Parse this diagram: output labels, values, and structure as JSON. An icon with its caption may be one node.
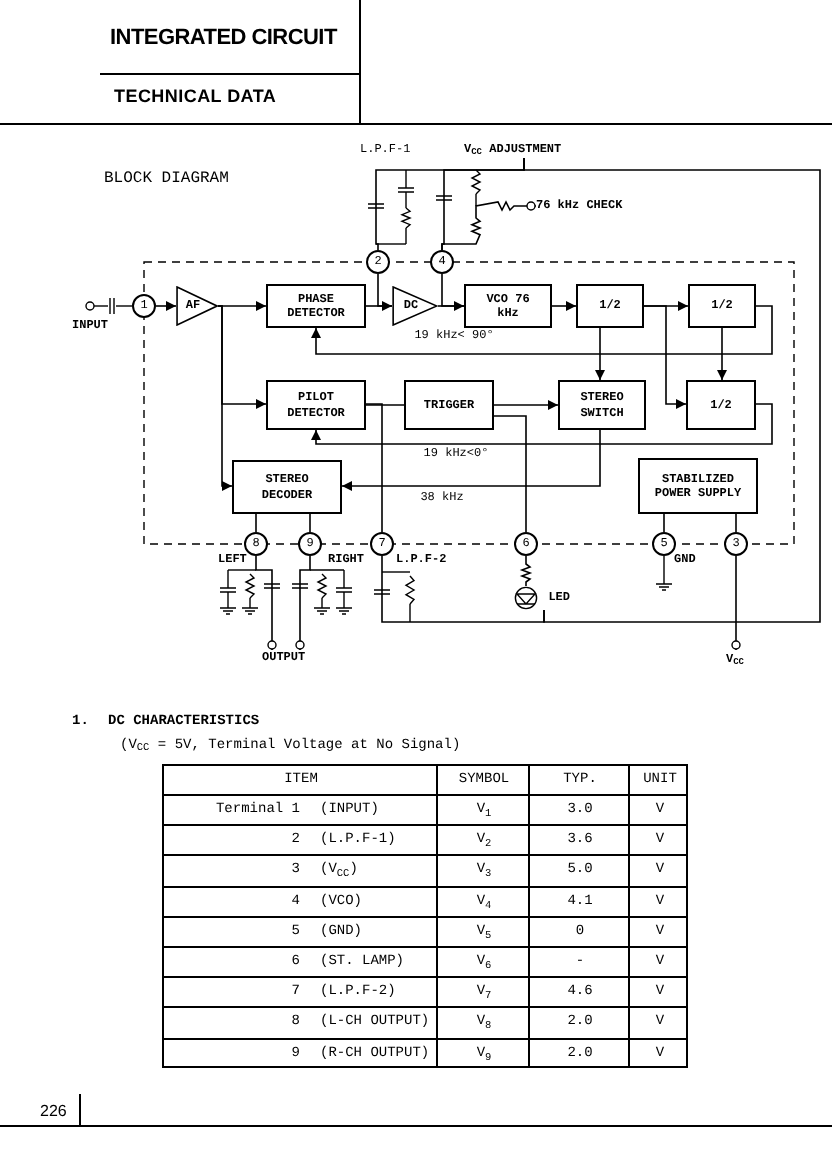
{
  "diagram": {
    "nodes": [
      {
        "text": [
          "AF"
        ]
      },
      {
        "text": [
          "PHASE DETECTOR"
        ]
      },
      {
        "text": [
          "DC"
        ]
      },
      {
        "text": [
          "VCO 76 kHz"
        ]
      },
      {
        "text": [
          "1/2"
        ]
      },
      {
        "text": [
          "1/2"
        ]
      },
      {
        "text": [
          "PILOT DETECTOR"
        ]
      },
      {
        "text": [
          "TRIGGER"
        ]
      },
      {
        "text": [
          "STEREO SWITCH"
        ]
      },
      {
        "text": [
          "1/2"
        ]
      },
      {
        "text": [
          "STEREO DECODER"
        ]
      },
      {
        "text": [
          "STABILIZED POWER SUPPLY"
        ]
      },
      {
        "text": [
          "1"
        ]
      },
      {
        "text": [
          "2"
        ]
      },
      {
        "text": [
          "4"
        ]
      },
      {
        "text": [
          "8"
        ]
      },
      {
        "text": [
          "9"
        ]
      },
      {
        "text": [
          "7"
        ]
      },
      {
        "text": [
          "6"
        ]
      },
      {
        "text": [
          "5"
        ]
      },
      {
        "text": [
          "3"
        ]
      },
      {
        "text": [
          "V$_{CC}$ ADJUSTMENT"
        ]
      },
      {
        "text": [
          "76 kHz CHECK"
        ]
      },
      {
        "text": [
          "LED"
        ]
      },
      {
        "text": [
          "OUTPUT"
        ]
      },
      {
        "text": [
          "V$_{CC}$"
        ]
      }
    ],
    "edges": [
      {
        "from": 12,
        "to": 0,
        "arrow": "to"
      },
      {
        "from": 0,
        "to": 1,
        "arrow": "to"
      },
      {
        "from": 0,
        "to": 6,
        "arrow": "to"
      },
      {
        "from": 0,
        "to": 10,
        "arrow": "to"
      },
      {
        "from": 1,
        "to": 2,
        "arrow": "to"
      },
      {
        "from": 13,
        "to": 2,
        "arrow": "none"
      },
      {
        "from": 2,
        "to": 3,
        "arrow": "to"
      },
      {
        "from": 14,
        "to": 3,
        "arrow": "none"
      },
      {
        "from": 3,
        "to": 4,
        "arrow": "to"
      },
      {
        "from": 4,
        "to": 5,
        "arrow": "to"
      },
      {
        "from": 5,
        "to": 1,
        "arrow": "to",
        "label": "19 kHz< 90°"
      },
      {
        "from": 4,
        "to": 8,
        "arrow": "to"
      },
      {
        "from": 4,
        "to": 9,
        "arrow": "to"
      },
      {
        "from": 5,
        "to": 9,
        "arrow": "to"
      },
      {
        "from": 9,
        "to": 6,
        "arrow": "to",
        "label": "19 kHz<0°"
      },
      {
        "from": 6,
        "to": 7,
        "arrow": "none"
      },
      {
        "from": 7,
        "to": 8,
        "arrow": "to"
      },
      {
        "from": 6,
        "to": 17,
        "arrow": "none"
      },
      {
        "from": 7,
        "to": 18,
        "arrow": "none"
      },
      {
        "from": 8,
        "to": 10,
        "arrow": "to",
        "label": "38 kHz"
      },
      {
        "from": 10,
        "to": 15,
        "arrow": "none"
      },
      {
        "from": 10,
        "to": 16,
        "arrow": "none"
      },
      {
        "from": 11,
        "to": 19,
        "arrow": "none"
      },
      {
        "from": 11,
        "to": 20,
        "arrow": "none"
      },
      {
        "from": 14,
        "to": 22,
        "arrow": "other"
      },
      {
        "from": 18,
        "to": 23,
        "arrow": "none"
      },
      {
        "from": 17,
        "to": 23,
        "arrow": "none"
      },
      {
        "from": 23,
        "to": 21,
        "arrow": "none"
      },
      {
        "from": 15,
        "to": 24,
        "arrow": "other"
      },
      {
        "from": 16,
        "to": 24,
        "arrow": "other"
      },
      {
        "from": 20,
        "to": 25,
        "arrow": "other"
      },
      {
        "from": 13,
        "to": 21,
        "arrow": "none"
      },
      {
        "from": 14,
        "to": 21,
        "arrow": "none"
      }
    ],
    "labels": [
      "INTEGRATED CIRCUIT",
      "TECHNICAL DATA",
      "BLOCK DIAGRAM",
      "L.P.F-1",
      "INPUT",
      "LEFT",
      "RIGHT",
      "L.P.F-2",
      "GND",
      "1.",
      "DC CHARACTERISTICS",
      "(V$_{CC}$ = 5V, Terminal Voltage at No Signal)",
      "ITEM",
      "SYMBOL",
      "TYP.",
      "UNIT",
      "Terminal 1",
      "(INPUT)",
      "V$_{1}$",
      "3.0",
      "V",
      "2",
      "(L.P.F-1)",
      "V$_{2}$",
      "3.6",
      "V",
      "3",
      "(V$_{CC}$)",
      "V$_{3}$",
      "5.0",
      "V",
      "4",
      "(VCO)",
      "V$_{4}$",
      "4.1",
      "V",
      "5",
      "(GND)",
      "V$_{5}$",
      "0",
      "V",
      "6",
      "(ST. LAMP)",
      "V$_{6}$",
      "-",
      "V",
      "7",
      "(L.P.F-2)",
      "V$_{7}$",
      "4.6",
      "V",
      "8",
      "(L-CH OUTPUT)",
      "V$_{8}$",
      "2.0",
      "V",
      "9",
      "(R-CH OUTPUT)",
      "V$_{9}$",
      "2.0",
      "V",
      "226"
    ]
  }
}
